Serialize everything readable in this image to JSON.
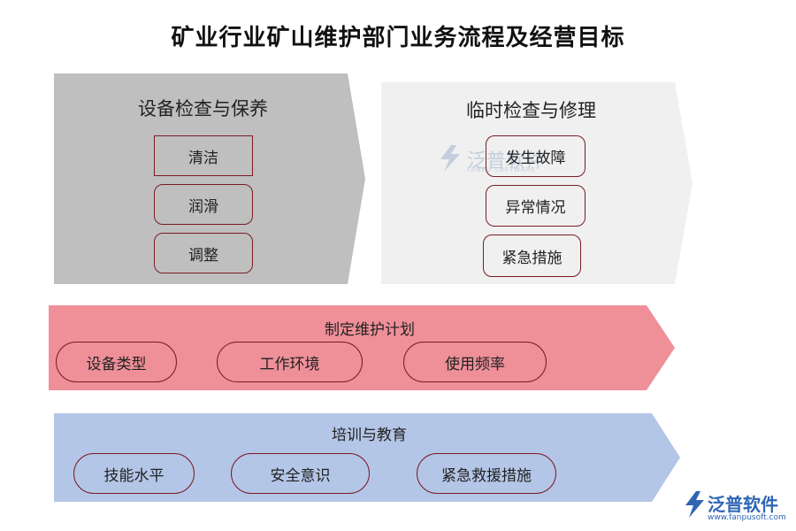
{
  "title": "矿业行业矿山维护部门业务流程及经营目标",
  "section1": {
    "heading": "设备检查与保养",
    "items": [
      "清洁",
      "润滑",
      "调整"
    ],
    "color": "#bfbfbf"
  },
  "section2": {
    "heading": "临时检查与修理",
    "items": [
      "发生故障",
      "异常情况",
      "紧急措施"
    ],
    "color": "#f0f0f0"
  },
  "band1": {
    "heading": "制定维护计划",
    "items": [
      "设备类型",
      "工作环境",
      "使用频率"
    ],
    "color": "#ef8f98"
  },
  "band2": {
    "heading": "培训与教育",
    "items": [
      "技能水平",
      "安全意识",
      "紧急救援措施"
    ],
    "color": "#b4c6e7"
  },
  "watermark": {
    "name": "泛普软件",
    "sub": "FANPU SOFTWARE"
  },
  "logo": {
    "name": "泛普软件",
    "url": "www.fanpusoft.com",
    "color": "#2f66b3"
  },
  "border_color": "#7a1b25"
}
